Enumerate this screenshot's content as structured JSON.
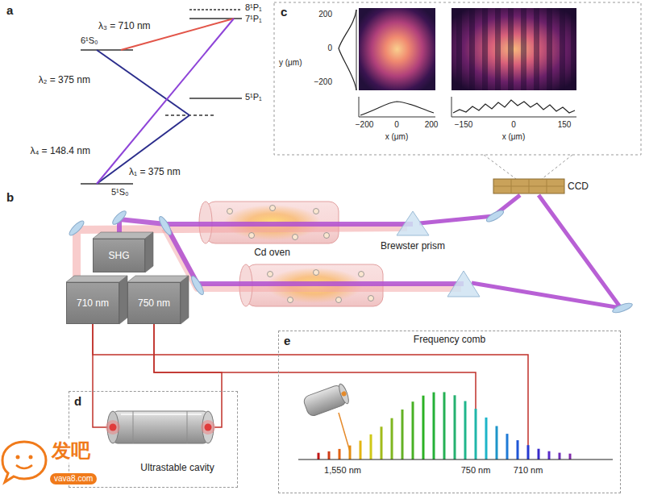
{
  "diagram": {
    "nodes": [
      {
        "text": [
          "Cd oven"
        ]
      },
      {
        "text": [
          "Brewster prism"
        ]
      },
      {
        "text": [
          "CCD"
        ]
      },
      {
        "text": [
          "SHG"
        ]
      },
      {
        "text": [
          "710 nm"
        ]
      },
      {
        "text": [
          "750 nm"
        ]
      },
      {
        "text": [
          "Ultrastable cavity"
        ]
      },
      {
        "text": [
          "Frequency comb"
        ]
      }
    ],
    "edges": [
      {
        "from": 4,
        "to": 6,
        "arrow": "none"
      },
      {
        "from": 5,
        "to": 6,
        "arrow": "none"
      },
      {
        "from": 4,
        "to": 7,
        "arrow": "none"
      },
      {
        "from": 5,
        "to": 7,
        "arrow": "none"
      }
    ],
    "labels": [
      "a",
      "8¹P₁",
      "7¹P₁",
      "λ₃ = 710 nm",
      "6¹S₀",
      "λ₂ = 375 nm",
      "5¹P₁",
      "λ₄ = 148.4 nm",
      "λ₁ = 375 nm",
      "5¹S₀",
      "b",
      "c",
      "y (μm)",
      "200",
      "0",
      "−200",
      "−200",
      "0",
      "200",
      "x (μm)",
      "−150",
      "0",
      "150",
      "x (μm)",
      "d",
      "e",
      "1,550 nm",
      "750 nm",
      "710 nm",
      "发吧",
      "vava8.com"
    ]
  }
}
